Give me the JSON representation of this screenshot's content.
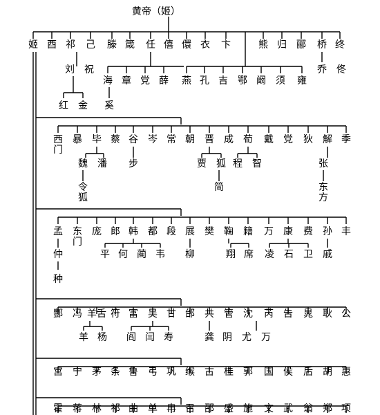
{
  "title": "黄帝（姬）",
  "blocks": [
    {
      "main": [
        "姬",
        "酉",
        "祁",
        "己",
        "滕",
        "箴",
        "任",
        "僖",
        "儇",
        "衣",
        "卞",
        "",
        "熊",
        "归",
        "郦",
        "桥",
        "终"
      ],
      "subs": [
        {
          "parent": 3,
          "names": [
            "刘",
            "祝"
          ]
        },
        {
          "parent": 6,
          "names": [
            "海",
            "章",
            "党",
            "薛"
          ]
        },
        {
          "parent": 11,
          "names": [
            "燕",
            "孔",
            "吉",
            "鄂",
            "阚",
            "须",
            "雍"
          ]
        },
        {
          "parent": 15,
          "names": [
            "乔",
            "佟"
          ]
        }
      ],
      "subsubs": [
        {
          "parent": 0,
          "names": [
            "红",
            "金"
          ]
        },
        {
          "parent": 2,
          "names": [
            "奚"
          ]
        }
      ]
    },
    {
      "main": [
        "西门",
        "暴",
        "毕",
        "蔡",
        "谷",
        "岑",
        "常",
        "朝",
        "晋",
        "成",
        "荀",
        "戴",
        "党",
        "狄",
        "解",
        "季"
      ],
      "subs": [
        {
          "parent": 2,
          "names": [
            "魏",
            "潘"
          ]
        },
        {
          "parent": 4,
          "names": [
            "步"
          ]
        },
        {
          "parent": 8,
          "names": [
            "贾",
            "狐"
          ]
        },
        {
          "parent": 10,
          "names": [
            "程",
            "智"
          ]
        },
        {
          "parent": 14,
          "names": [
            "张"
          ]
        }
      ],
      "subsubs": [
        {
          "parent": 0,
          "names": [
            "令狐"
          ]
        },
        {
          "parent": 3,
          "names": [
            "简"
          ]
        },
        {
          "parent": 6,
          "names": [
            "东方"
          ]
        }
      ]
    },
    {
      "main": [
        "孟",
        "东门",
        "庞",
        "郎",
        "韩",
        "都",
        "段",
        "展",
        "樊",
        "鞠",
        "籍",
        "万",
        "康",
        "费",
        "孙",
        "丰"
      ],
      "subs": [
        {
          "parent": 0,
          "names": [
            "仲"
          ]
        },
        {
          "parent": 4,
          "names": [
            "平",
            "何",
            "蔺",
            "韦"
          ]
        },
        {
          "parent": 7,
          "names": [
            "柳"
          ]
        },
        {
          "parent": 9,
          "names": [
            "翔",
            "席"
          ]
        },
        {
          "parent": 12,
          "names": [
            "凌",
            "石",
            "卫"
          ]
        },
        {
          "parent": 14,
          "names": [
            "戚"
          ]
        }
      ],
      "subsubs": [
        {
          "parent": 0,
          "names": [
            "种"
          ]
        }
      ]
    },
    {
      "main": [
        "酆",
        "冯",
        "羊舌",
        "符",
        "富",
        "吴",
        "甘",
        "邰",
        "共",
        "管",
        "沈",
        "芮",
        "告",
        "晁",
        "耿",
        "公"
      ],
      "subs": [
        {
          "parent": 2,
          "names": [
            "羊",
            "杨"
          ]
        },
        {
          "parent": 5,
          "names": [
            "阎",
            "闫",
            "寿"
          ]
        },
        {
          "parent": 8,
          "names": [
            "龚",
            "阴"
          ]
        },
        {
          "parent": 10,
          "names": [
            "尤",
            "万"
          ]
        }
      ],
      "subsubs": []
    },
    {
      "main": [
        "宫",
        "宁",
        "茅",
        "条",
        "鲁",
        "弓",
        "巩",
        "缑",
        "古",
        "桂",
        "郭",
        "国",
        "侯",
        "后",
        "胡",
        "惠"
      ],
      "subs": [],
      "subsubs": []
    },
    {
      "main": [
        "霍",
        "蒋",
        "林",
        "祁",
        "曲",
        "单",
        "冉",
        "召",
        "邵",
        "盛",
        "施",
        "文",
        "武",
        "翁",
        "郑",
        "项"
      ],
      "subs": [],
      "subsubs": []
    }
  ]
}
